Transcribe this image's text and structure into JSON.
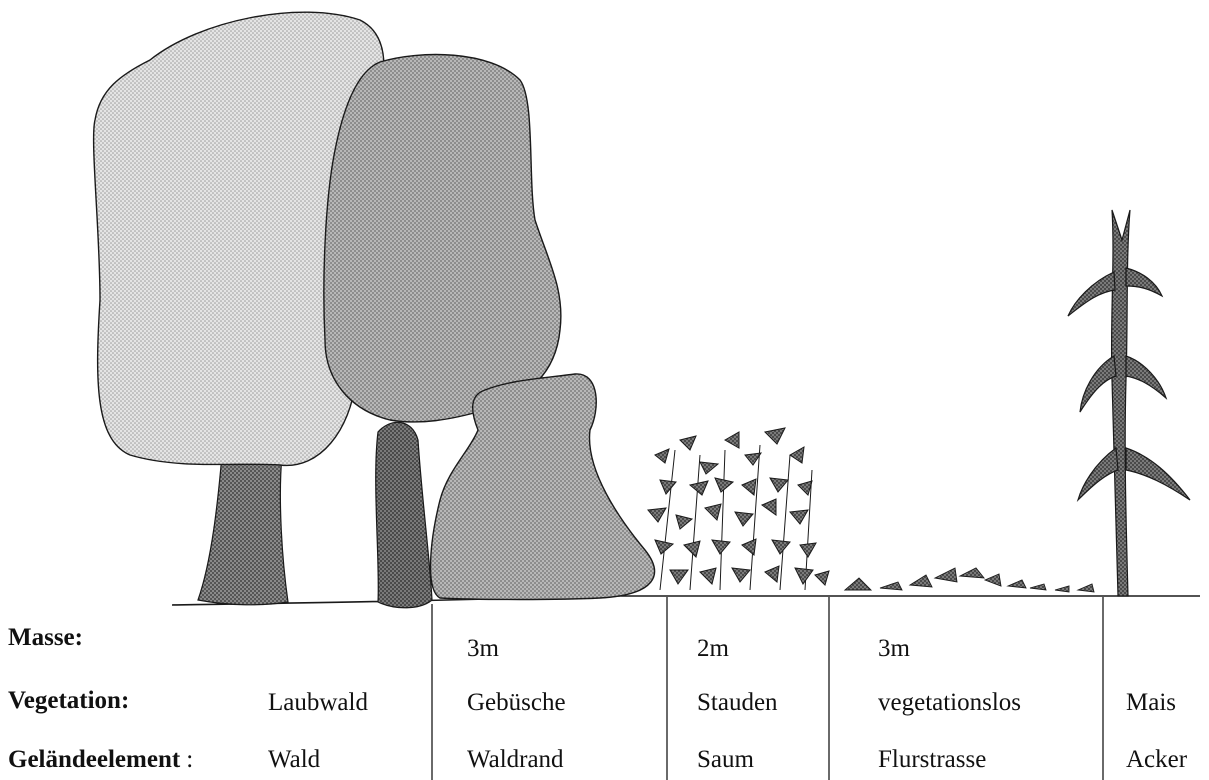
{
  "rows": {
    "masse": {
      "label": "Masse:",
      "values": [
        "",
        "3m",
        "2m",
        "3m",
        ""
      ]
    },
    "vegetation": {
      "label": "Vegetation:",
      "values": [
        "Laubwald",
        "Gebüsche",
        "Stauden",
        "vegetationslos",
        "Mais"
      ]
    },
    "gelaendeelement": {
      "label": "Geländeelement",
      "separator": ":",
      "values": [
        "Wald",
        "Waldrand",
        "Saum",
        "Flurstrasse",
        "Acker"
      ]
    }
  },
  "palette": {
    "light_tree": "#d6d6d6",
    "mid_tree": "#a9a9a9",
    "dark_trunk": "#5e5e5e",
    "shrub": "#8f8f8f",
    "leaf": "#6a6a6a",
    "outline": "#1a1a1a"
  }
}
